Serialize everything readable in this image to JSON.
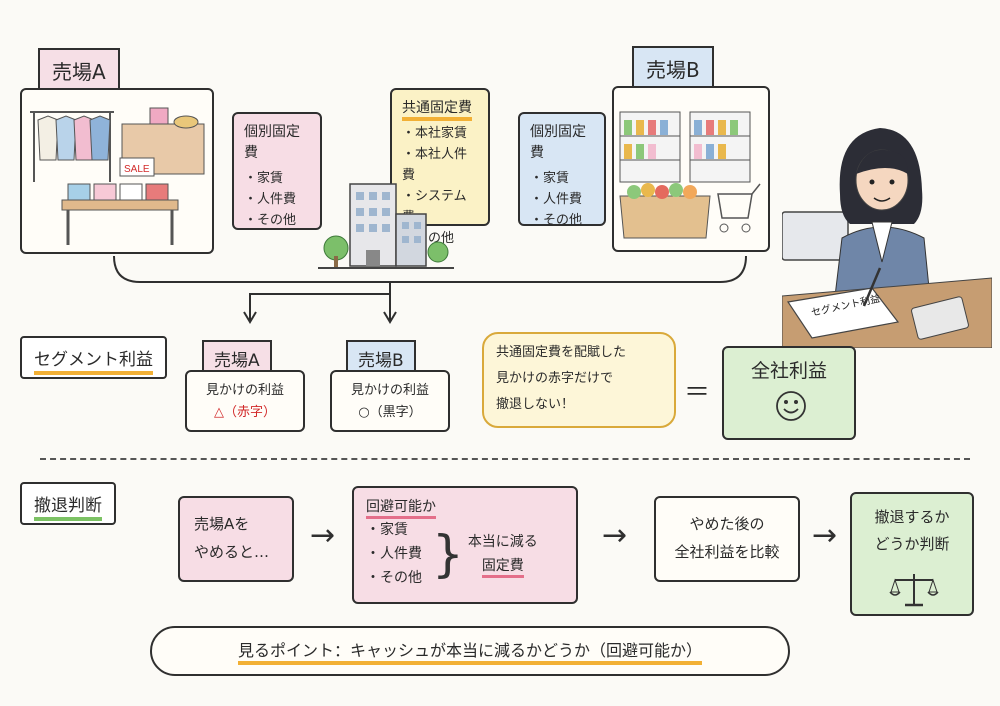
{
  "store_a": {
    "title": "売場A",
    "sale_sign": "SALE"
  },
  "store_b": {
    "title": "売場B"
  },
  "fixed_cost_a": {
    "title": "個別固定費",
    "items": [
      "・家賃",
      "・人件費",
      "・その他"
    ]
  },
  "common_cost": {
    "title": "共通固定費",
    "items": [
      "・本社家賃",
      "・本社人件費",
      "・システム費",
      "・その他"
    ]
  },
  "fixed_cost_b": {
    "title": "個別固定費",
    "items": [
      "・家賃",
      "・人件費",
      "・その他"
    ]
  },
  "worker_paper": "セグメント利益",
  "segment": {
    "label": "セグメント利益",
    "a": {
      "title": "売場A",
      "line1": "見かけの利益",
      "line2": "△（赤字）"
    },
    "b": {
      "title": "売場B",
      "line1": "見かけの利益",
      "line2": "○（黒字）"
    },
    "bubble": [
      "共通固定費を配賦した",
      "見かけの赤字だけで",
      "撤退しない！"
    ],
    "equals": "＝",
    "total": "全社利益"
  },
  "decision": {
    "label": "撤退判断",
    "step1": [
      "売場Aを",
      "やめると…"
    ],
    "step2": {
      "title": "回避可能か",
      "items": [
        "・家賃",
        "・人件費",
        "・その他"
      ],
      "side1": "本当に減る",
      "side2": "固定費"
    },
    "step3": [
      "やめた後の",
      "全社利益を比較"
    ],
    "step4": [
      "撤退するか",
      "どうか判断"
    ],
    "arrow": "→"
  },
  "point": "見るポイント：キャッシュが本当に減るかどうか（回避可能か）",
  "colors": {
    "pink": "#f6dfe6",
    "blue": "#d8e6f4",
    "yellow": "#fbf2c6",
    "green": "#dcefd2",
    "orange": "#f2b035"
  }
}
